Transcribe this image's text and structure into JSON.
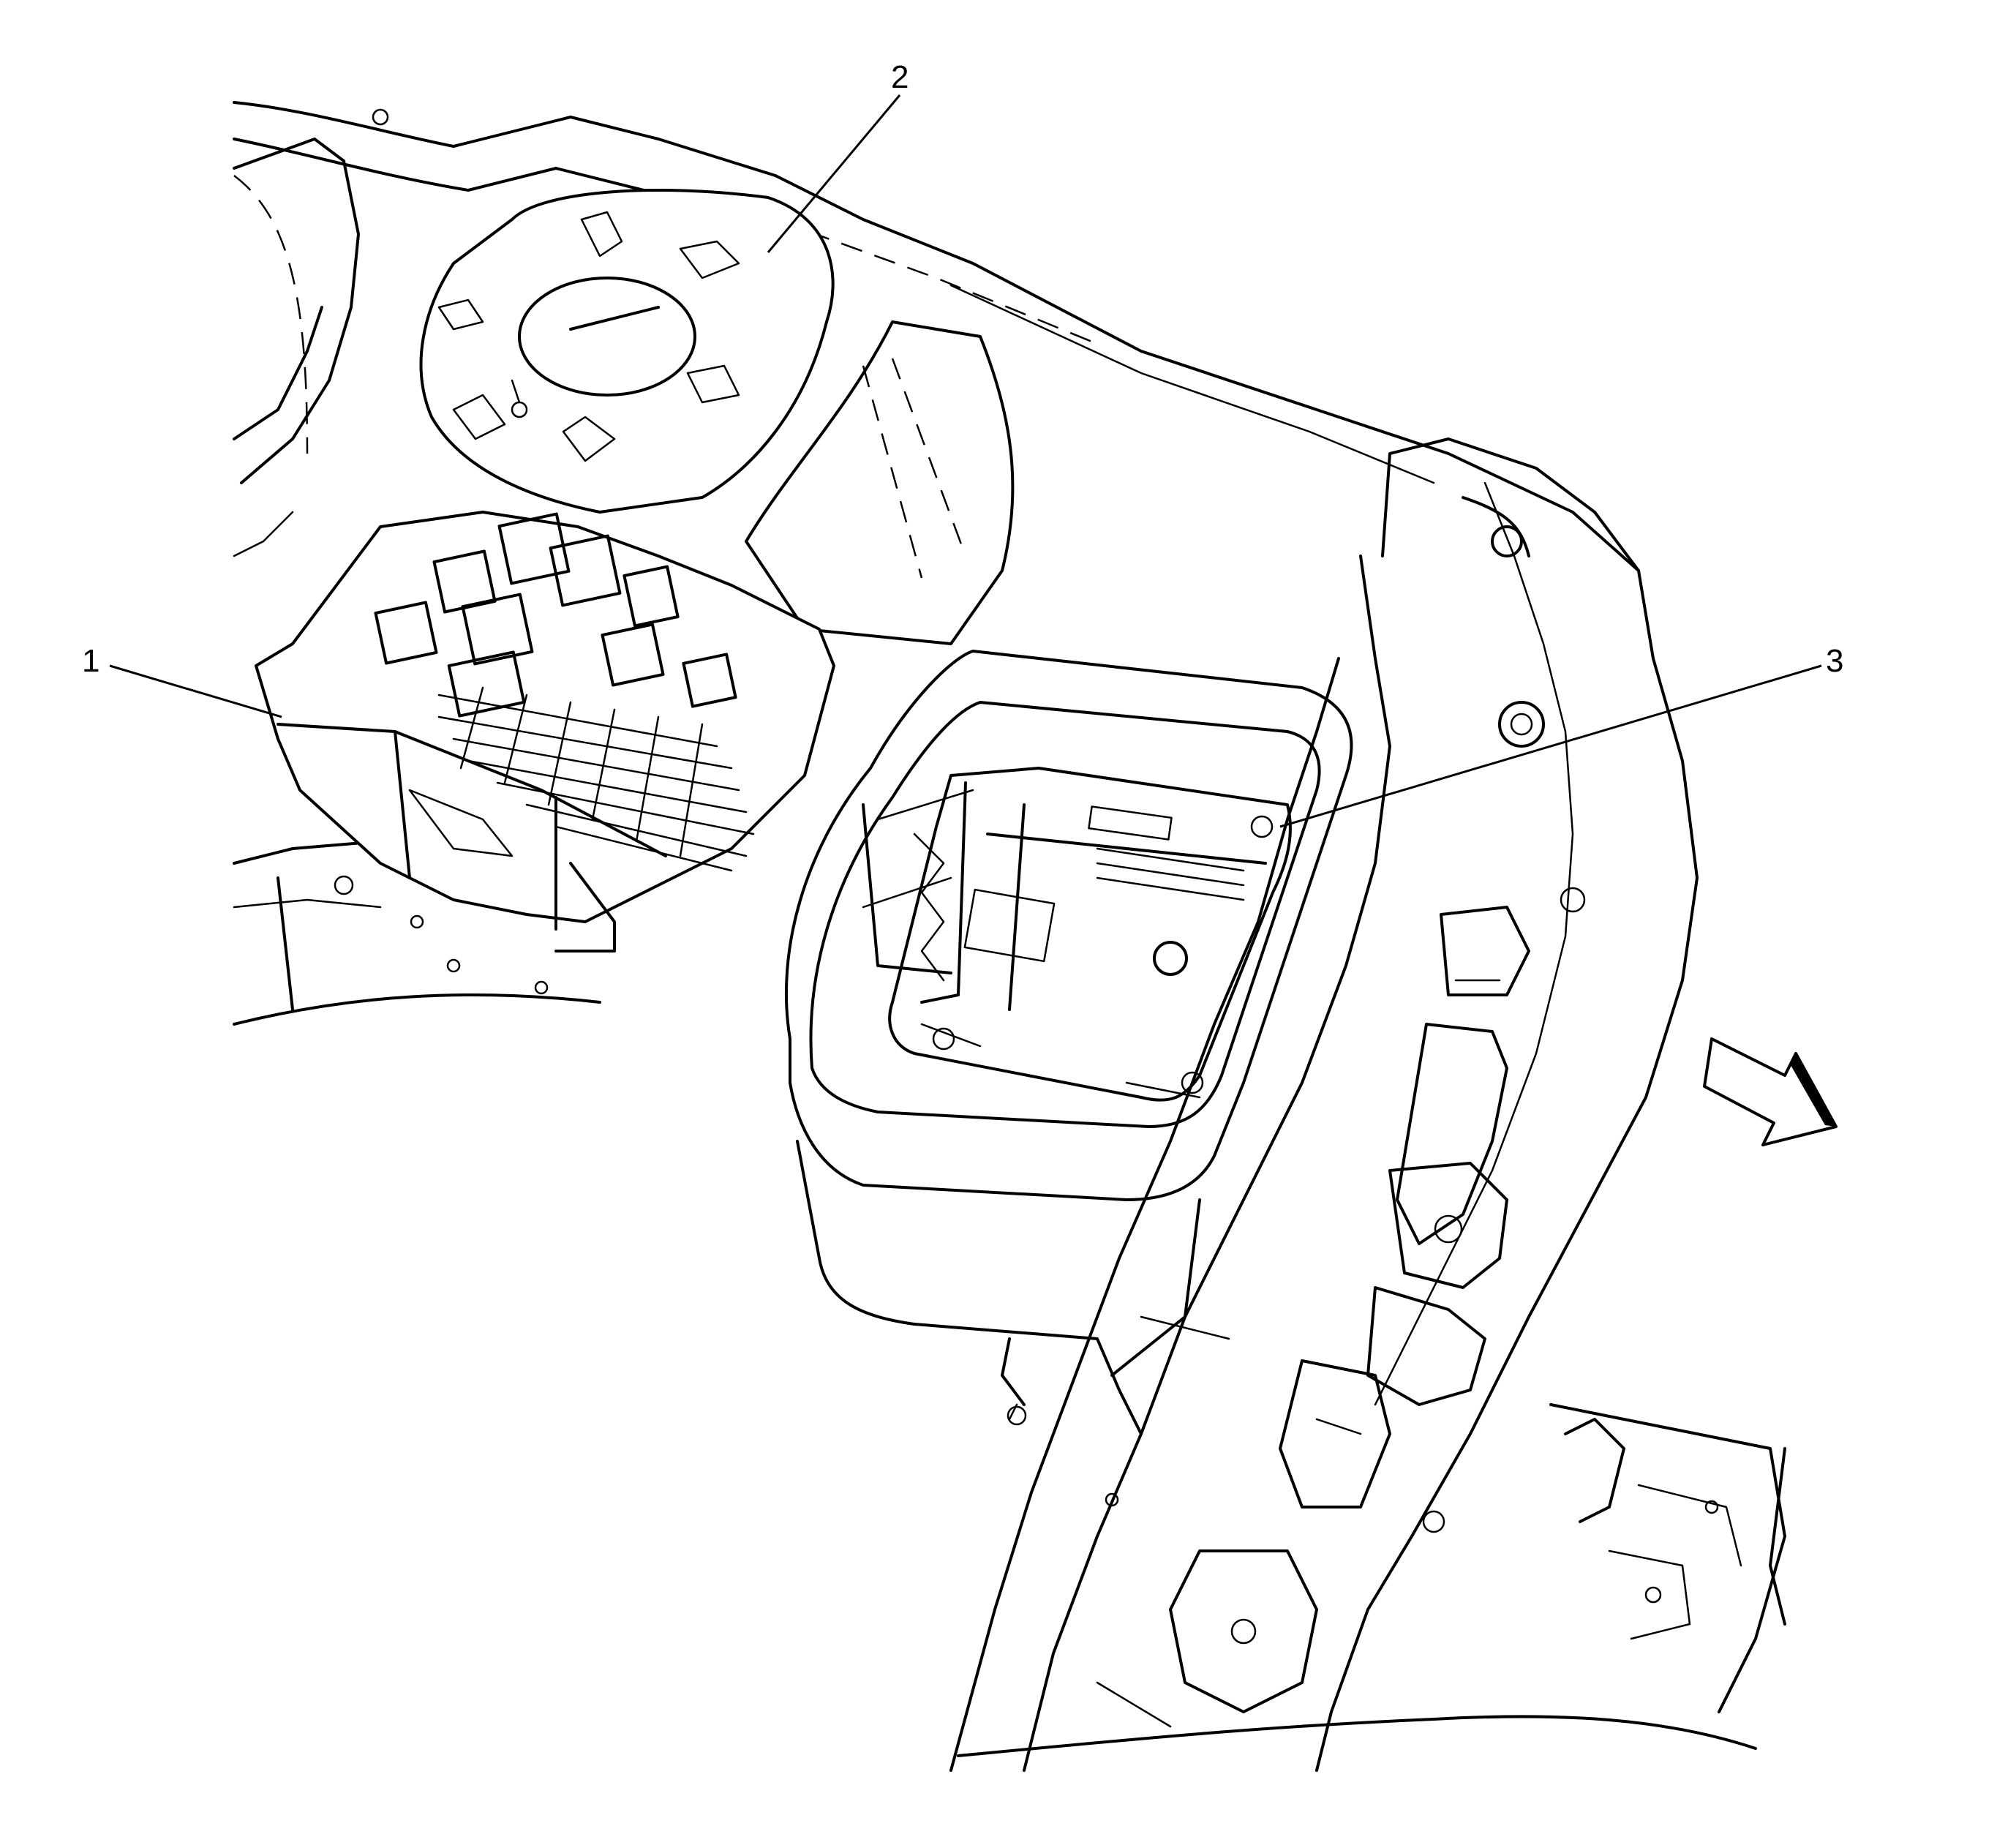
{
  "callouts": [
    {
      "id": "1",
      "label": "1"
    },
    {
      "id": "2",
      "label": "2"
    },
    {
      "id": "3",
      "label": "3"
    }
  ],
  "colors": {
    "line": "#000000",
    "background": "#ffffff"
  },
  "icons": {
    "direction_arrow": "forward-direction-arrow-icon"
  }
}
